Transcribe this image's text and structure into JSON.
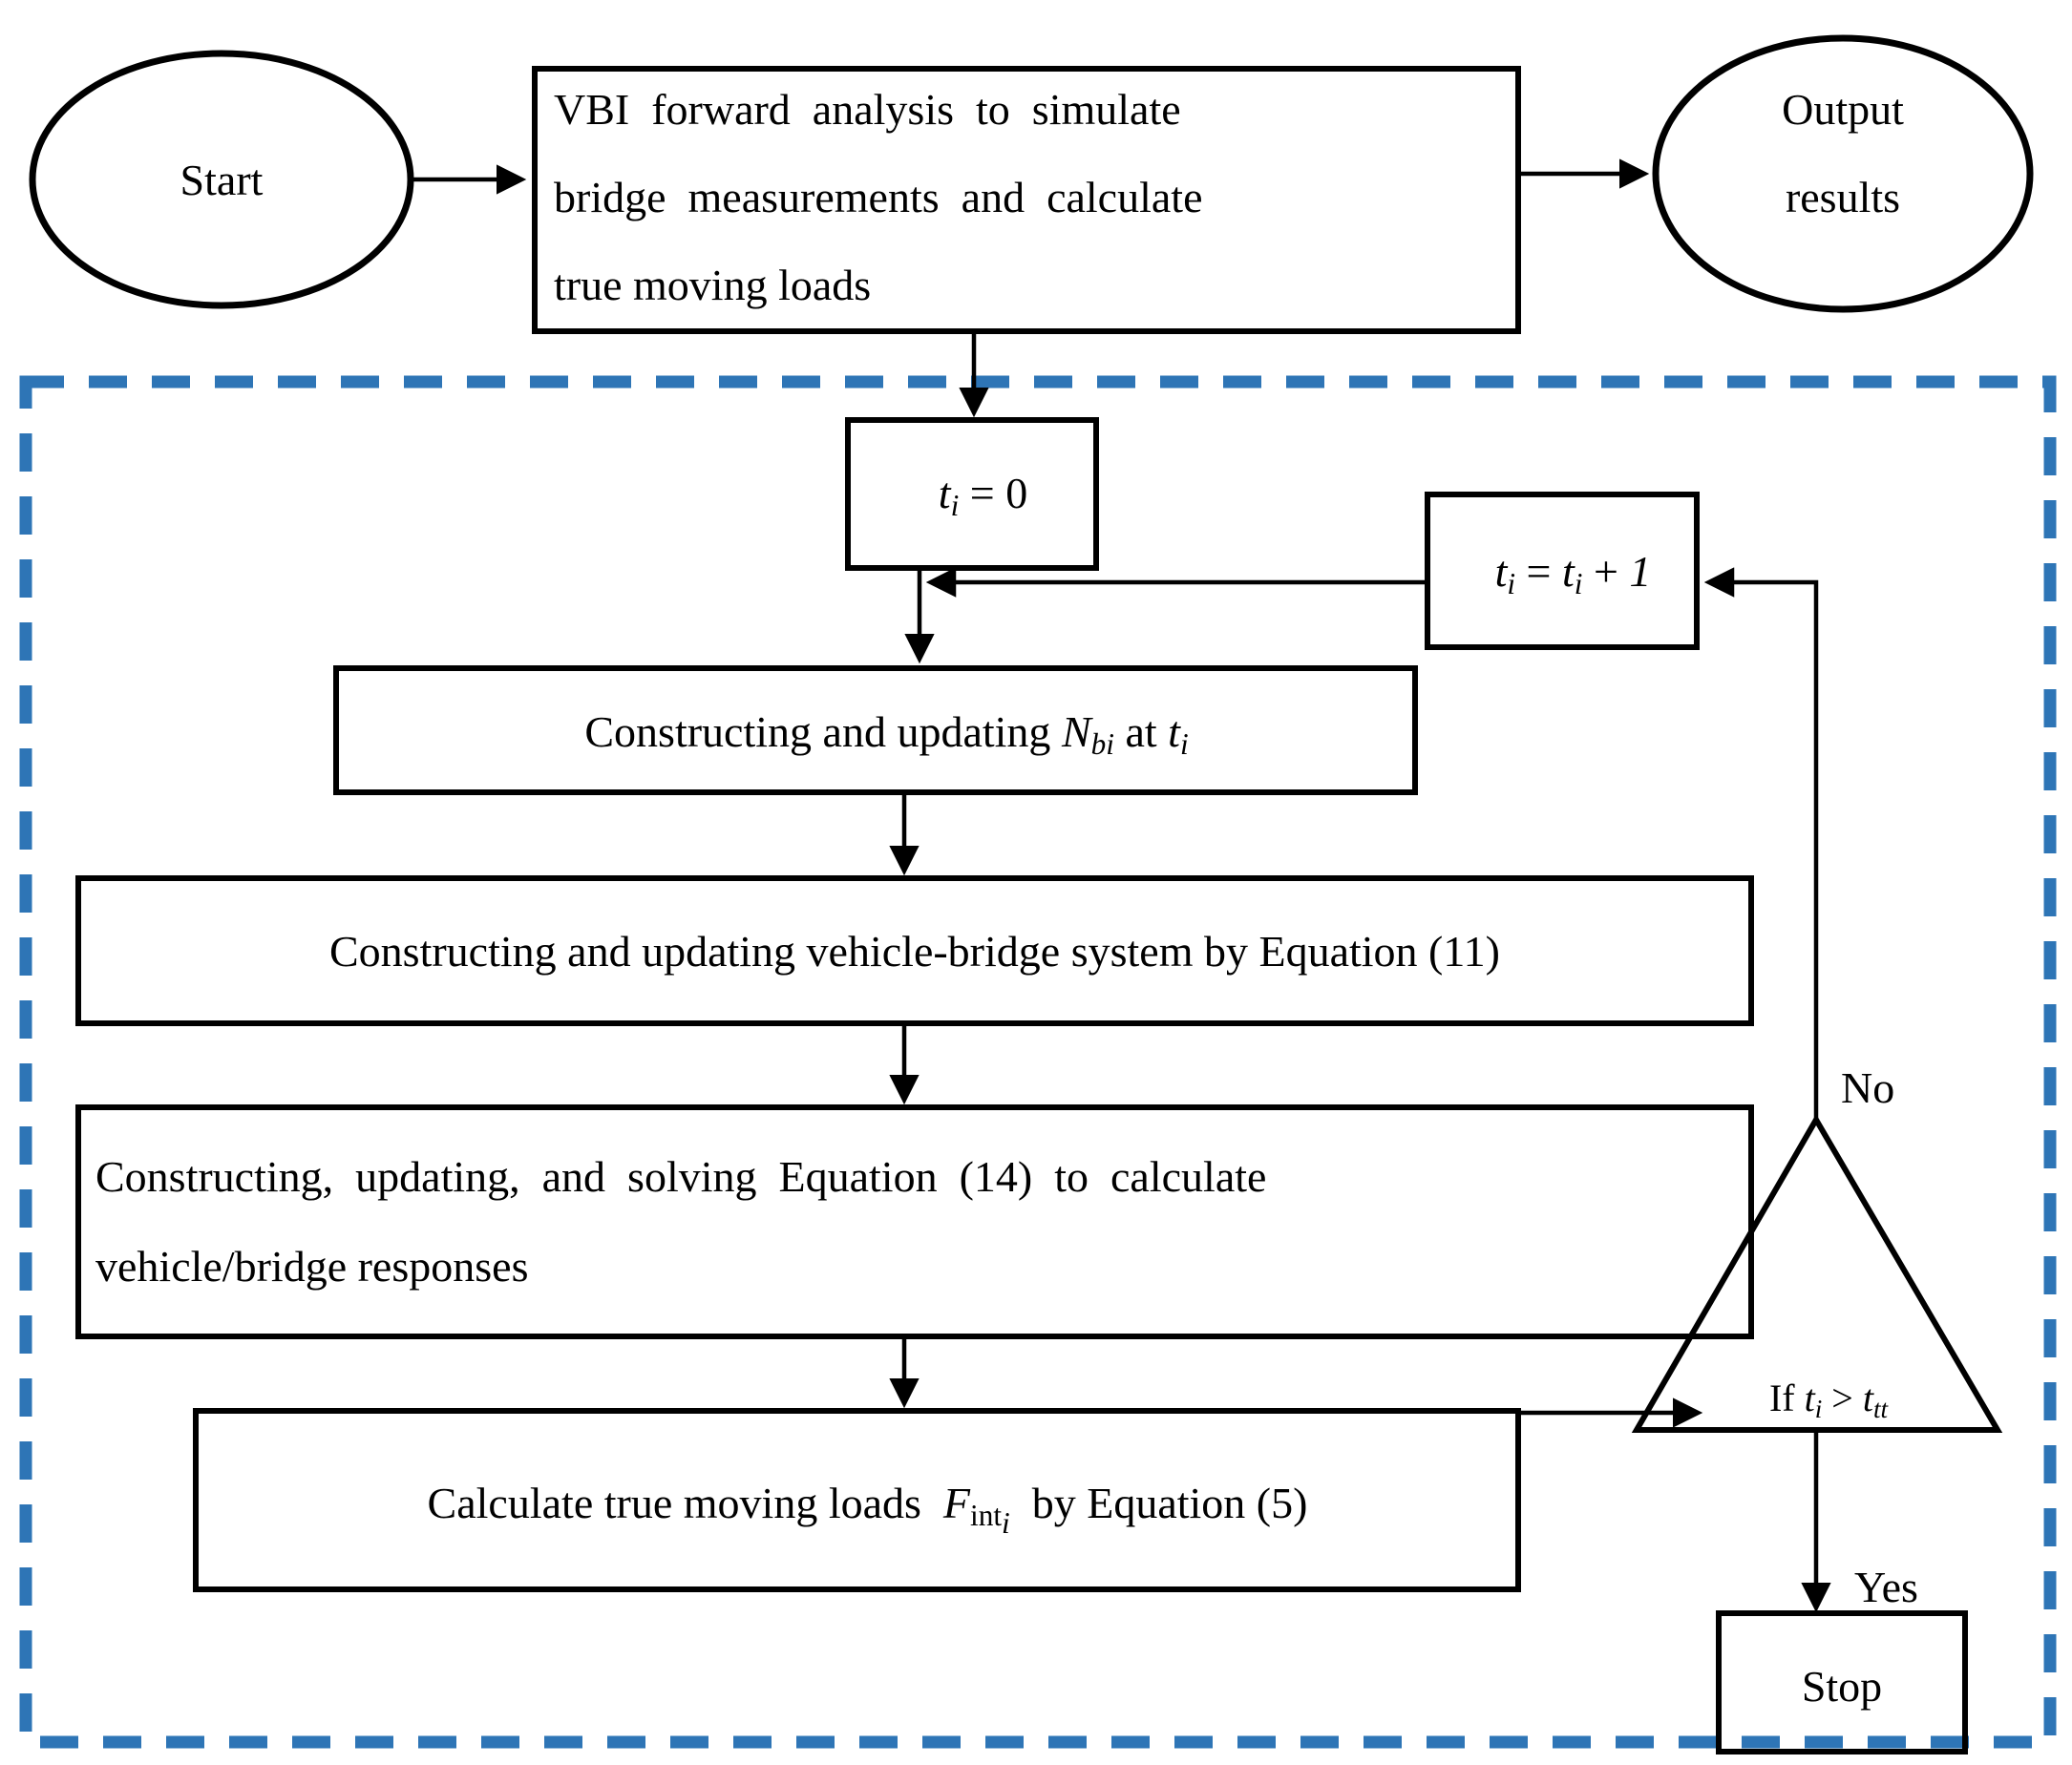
{
  "diagram": {
    "title": "VBI forward analysis and moving load identification flowchart",
    "type": "flowchart",
    "accent_color": "#2E75B6",
    "line_color": "#000000",
    "background": "#ffffff",
    "nodes": {
      "start": {
        "label": "Start",
        "shape": "ellipse"
      },
      "vbi_forward": {
        "shape": "process",
        "lines": [
          "VBI forward analysis to simulate",
          "bridge measurements and calculate",
          "true moving loads"
        ],
        "line1": "VBI  forward  analysis  to  simulate",
        "line2": "bridge  measurements  and  calculate",
        "line3": "true moving loads"
      },
      "output_results": {
        "shape": "ellipse",
        "line1": "Output",
        "line2": "results"
      },
      "t_init": {
        "shape": "process",
        "var": "t",
        "var_sub": "i",
        "eq": " = 0",
        "label_plain": "ti = 0"
      },
      "t_increment": {
        "shape": "process",
        "var": "t",
        "var_sub": "i",
        "eq_mid": " = ",
        "var2": "t",
        "var2_sub": "i",
        "plus": " + ",
        "one": "1",
        "label_plain": "ti = ti + 1"
      },
      "construct_nbi": {
        "shape": "process",
        "prefix": "Constructing and updating ",
        "symbol": "N",
        "symbol_sub": "bi",
        "mid": " at ",
        "symbol2": "t",
        "symbol2_sub": "i",
        "label_plain": "Constructing and updating Nbi at ti"
      },
      "construct_eq11": {
        "shape": "process",
        "label": "Constructing and updating vehicle-bridge system by Equation (11)"
      },
      "construct_eq14": {
        "shape": "process",
        "line1": "Constructing,  updating,  and  solving  Equation  (14)  to  calculate",
        "line2": "vehicle/bridge responses",
        "label_plain": "Constructing, updating, and solving Equation (14) to calculate vehicle/bridge responses"
      },
      "calc_loads": {
        "shape": "process",
        "prefix": "Calculate true moving loads  ",
        "symbol": "F",
        "symbol_sub": "int",
        "symbol_sub_sub": "i",
        "suffix": "  by Equation (5)",
        "label_plain": "Calculate true moving loads Finti by Equation (5)"
      },
      "decision": {
        "shape": "triangle",
        "prefix": "If ",
        "var": "t",
        "var_sub": "i",
        "op": " > ",
        "var2": "t",
        "var2_sub": "tt",
        "label_plain": "If ti > ttt"
      },
      "stop": {
        "label": "Stop",
        "shape": "process"
      }
    },
    "edge_labels": {
      "no": "No",
      "yes": "Yes"
    }
  }
}
